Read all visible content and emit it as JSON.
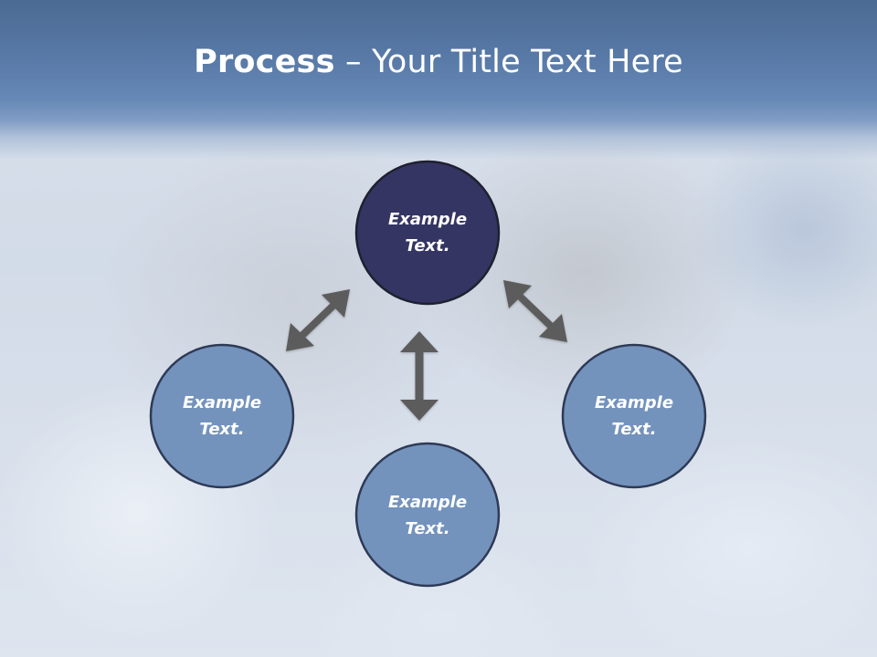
{
  "title": {
    "bold": "Process",
    "separator": " – ",
    "rest": "Your Title Text Here"
  },
  "colors": {
    "title_band": "#5879a6",
    "center_node_fill": "#353563",
    "outer_node_fill": "#7393bd",
    "node_stroke": "#2e3a56",
    "arrow": "#5c5c5c",
    "text": "#ffffff"
  },
  "nodes": [
    {
      "id": "top",
      "line1": "Example",
      "line2": "Text."
    },
    {
      "id": "left",
      "line1": "Example",
      "line2": "Text."
    },
    {
      "id": "bottom",
      "line1": "Example",
      "line2": "Text."
    },
    {
      "id": "right",
      "line1": "Example",
      "line2": "Text."
    }
  ],
  "arrows": [
    "double-arrow",
    "double-arrow",
    "double-arrow"
  ]
}
